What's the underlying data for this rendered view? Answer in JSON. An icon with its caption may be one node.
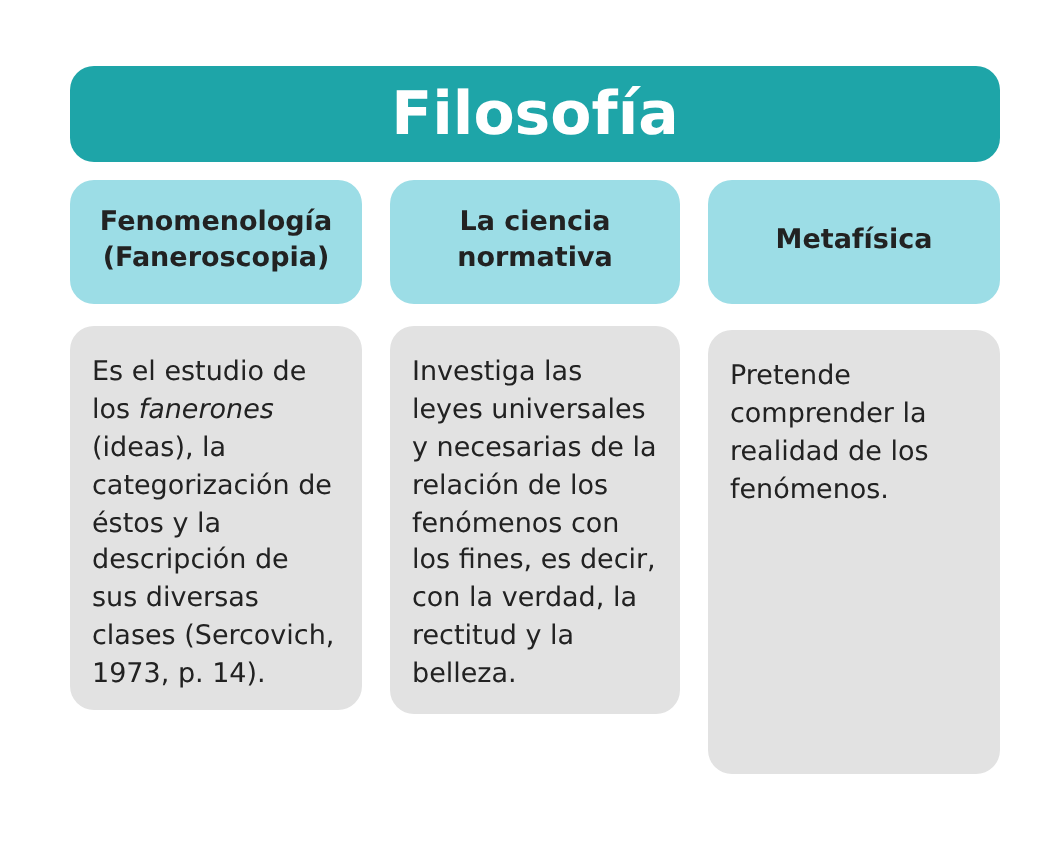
{
  "diagram": {
    "nodes": [
      {
        "text": [
          "Filosofía"
        ]
      },
      {
        "text": [
          "Fenomenología (Faneroscopia)"
        ]
      },
      {
        "text": [
          "La ciencia normativa"
        ]
      },
      {
        "text": [
          "Metafísica"
        ]
      },
      {
        "text": [
          "Es el estudio de los *fanerones* (ideas), la categorización de éstos y la descripción de sus diversas clases (Sercovich, 1973, p. 14)."
        ]
      },
      {
        "text": [
          "Investiga las leyes universales y necesarias de la relación de los fenómenos con los fines, es decir, con la verdad, la rectitud y la belleza."
        ]
      },
      {
        "text": [
          "Pretende comprender la realidad de los fenómenos."
        ]
      }
    ]
  }
}
